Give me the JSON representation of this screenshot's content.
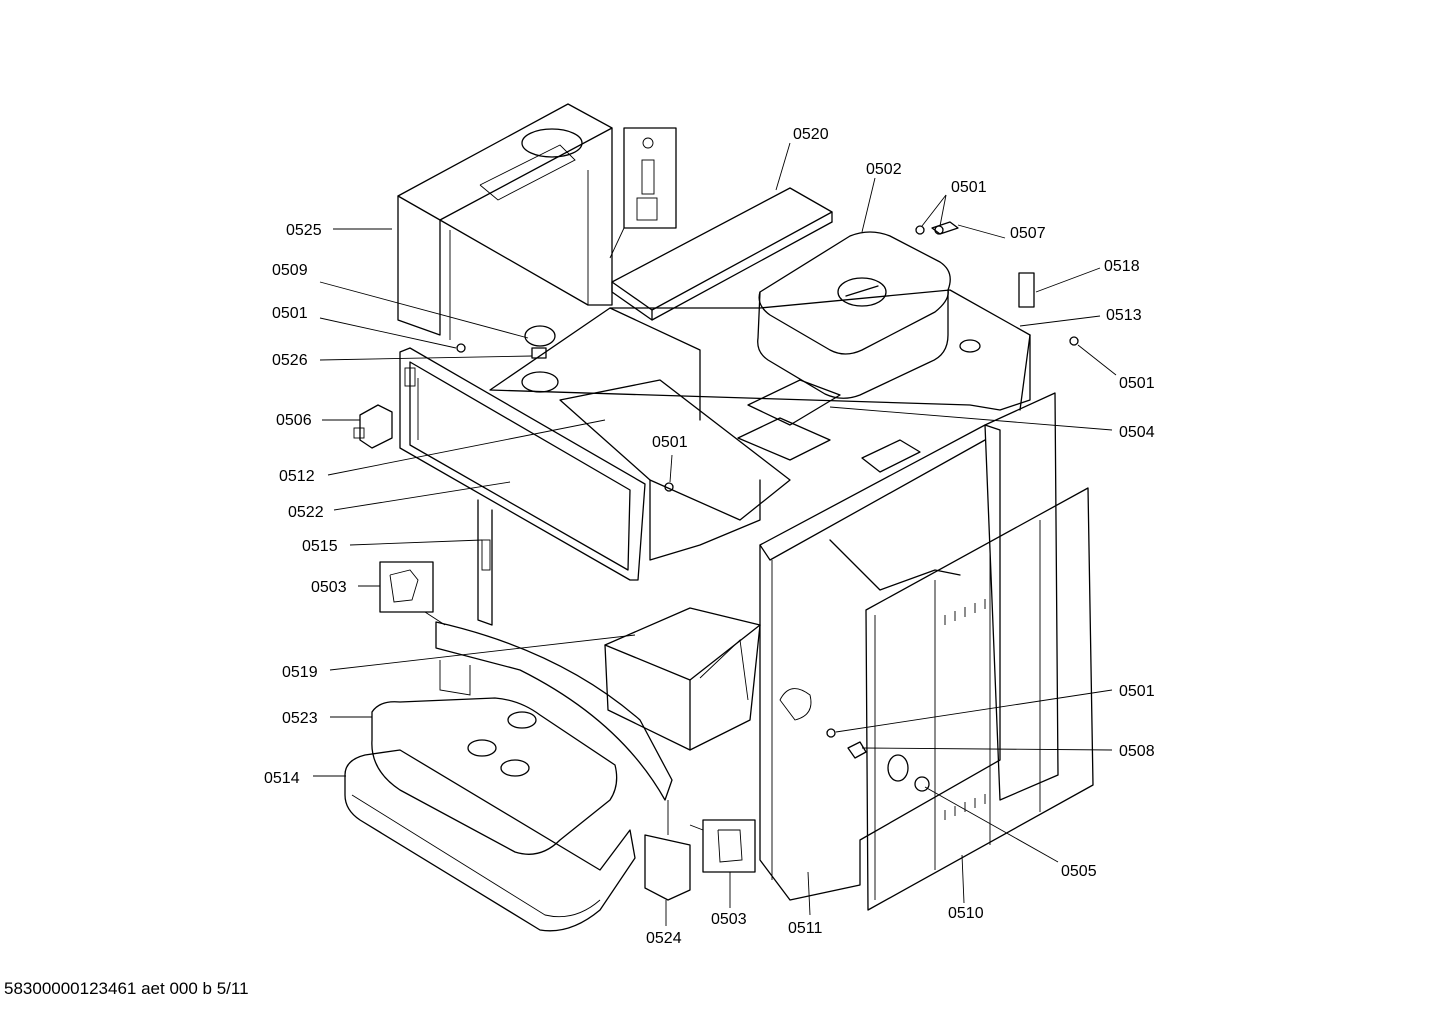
{
  "labels": {
    "c0520": "0520",
    "c0502": "0502",
    "c0501_top": "0501",
    "c0507": "0507",
    "c0518": "0518",
    "c0513": "0513",
    "c0501_right": "0501",
    "c0504": "0504",
    "c0525": "0525",
    "c0509": "0509",
    "c0501_left": "0501",
    "c0526": "0526",
    "c0506": "0506",
    "c0512": "0512",
    "c0522": "0522",
    "c0501_mid": "0501",
    "c0515": "0515",
    "c0503_left": "0503",
    "c0519": "0519",
    "c0523": "0523",
    "c0514": "0514",
    "c0501_lower": "0501",
    "c0508": "0508",
    "c0505": "0505",
    "c0510": "0510",
    "c0511": "0511",
    "c0503_bottom": "0503",
    "c0524": "0524"
  },
  "footer": "58300000123461 aet 000 b 5/11"
}
